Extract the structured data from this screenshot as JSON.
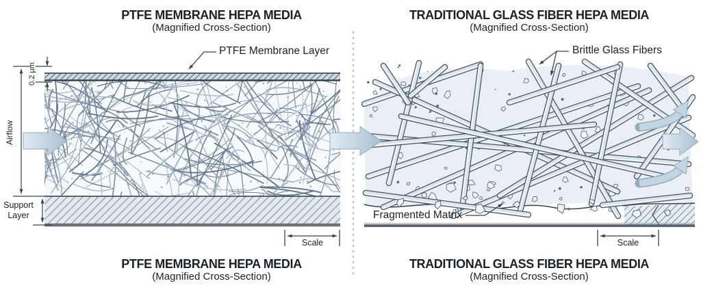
{
  "panels": {
    "left": {
      "title": "PTFE MEMBRANE HEPA MEDIA",
      "subtitle": "(Magnified Cross-Section)",
      "bottom_title": "PTFE MEMBRANE HEPA MEDIA",
      "bottom_subtitle": "(Magnified Cross-Section)",
      "labels": {
        "membrane_layer": "PTFE Membrane Layer",
        "thickness": "0.2 µm",
        "airflow": "Airflow",
        "support_layer": "Support Layer",
        "scale": "Scale"
      }
    },
    "right": {
      "title": "TRADITIONAL GLASS FIBER HEPA MEDIA",
      "subtitle": "(Magnified Cross-Section)",
      "bottom_title": "TRADITIONAL GLASS FIBER HEPA MEDIA",
      "bottom_subtitle": "(Magnified Cross-Section)",
      "labels": {
        "fibers": "Brittle Glass Fibers",
        "matrix": "Fragmented Matrix",
        "scale": "Scale"
      }
    }
  },
  "colors": {
    "ink": "#1c2126",
    "line": "#39434c",
    "divider": "#b6bec4",
    "arrow_fill": "#c3d4e2",
    "arrow_edge": "#93aabb",
    "wash": "#e9eff4",
    "base_line": "#666e74"
  }
}
